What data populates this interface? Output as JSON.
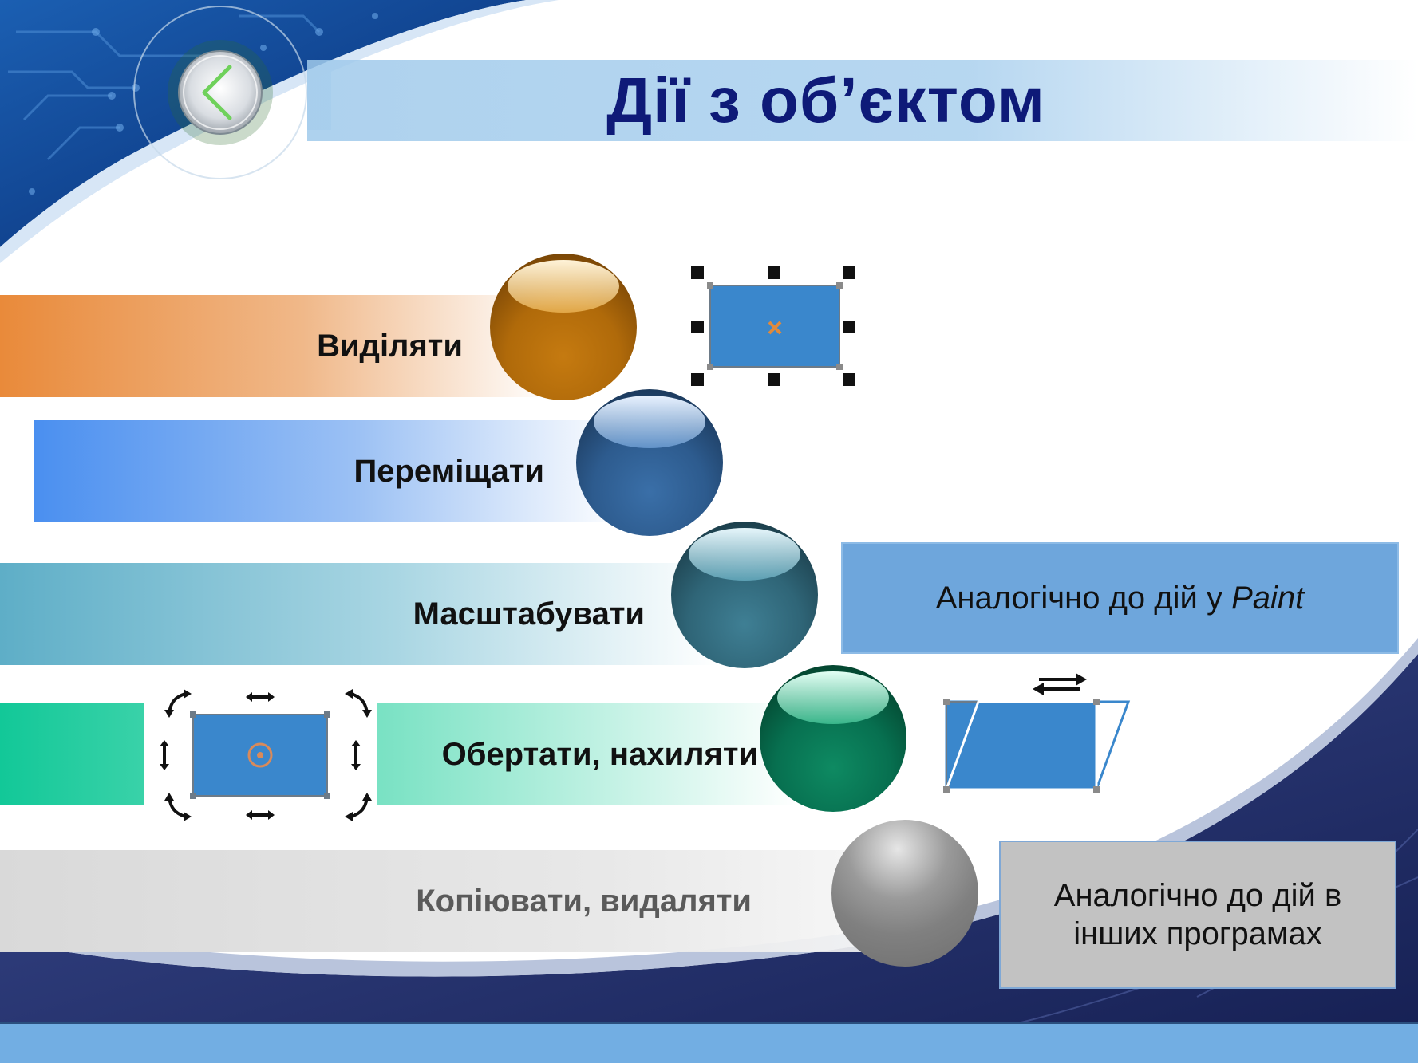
{
  "slide": {
    "title": "Дії з об’єктом"
  },
  "actions": [
    {
      "label": "Виділяти",
      "color": "#e98a3a"
    },
    {
      "label": "Переміщати",
      "color": "#4a8ff0"
    },
    {
      "label": "Масштабувати",
      "color": "#5eaec7"
    },
    {
      "label": "Обертати, нахиляти",
      "color": "#12c898"
    },
    {
      "label": "Копіювати, видаляти",
      "color": "#d9d9d9"
    }
  ],
  "notes": {
    "paint_prefix": "Аналогічно до дій у ",
    "paint_app": "Paint",
    "other_programs": "Аналогічно до дій в інших програмах"
  },
  "icons": {
    "back": "chevron-left-icon",
    "select": "selected-rectangle-icon",
    "rotate": "rotate-handles-icon",
    "skew": "skew-rectangle-icon"
  },
  "colors": {
    "title": "#0e1a78",
    "dark_blue_background": "#1a2a6e",
    "footer": "#72aee3",
    "shape_fill": "#3a87cc"
  }
}
